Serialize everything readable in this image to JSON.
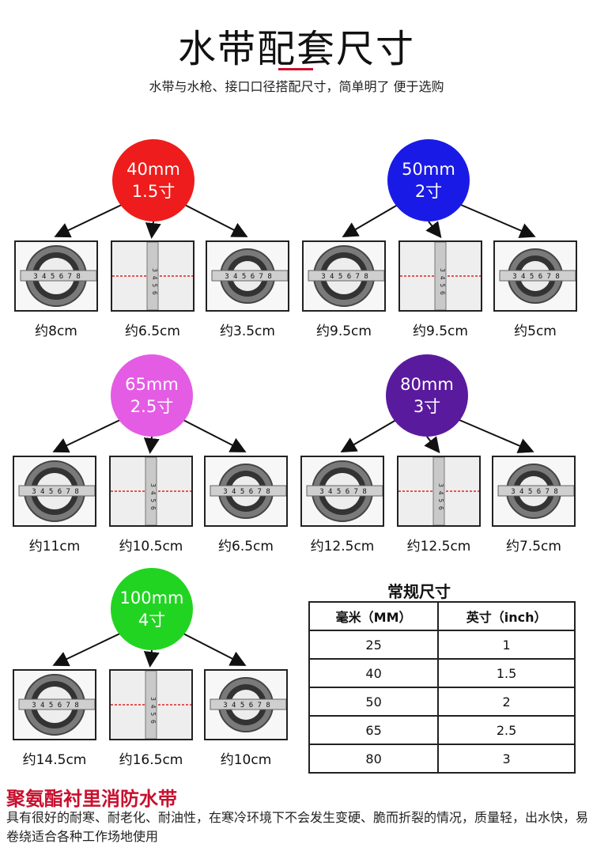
{
  "header": {
    "title": "水带配套尺寸",
    "subtitle": "水带与水枪、接口口径搭配尺寸，简单明了 便于选购"
  },
  "groups": [
    {
      "size_mm": "40mm",
      "size_cun": "1.5寸",
      "color": "#ee1c1c",
      "captions": [
        "约8cm",
        "约6.5cm",
        "约3.5cm"
      ]
    },
    {
      "size_mm": "50mm",
      "size_cun": "2寸",
      "color": "#1a1ae6",
      "captions": [
        "约9.5cm",
        "约9.5cm",
        "约5cm"
      ]
    },
    {
      "size_mm": "65mm",
      "size_cun": "2.5寸",
      "color": "#e45ce4",
      "captions": [
        "约11cm",
        "约10.5cm",
        "约6.5cm"
      ]
    },
    {
      "size_mm": "80mm",
      "size_cun": "3寸",
      "color": "#5a1a9e",
      "captions": [
        "约12.5cm",
        "约12.5cm",
        "约7.5cm"
      ]
    },
    {
      "size_mm": "100mm",
      "size_cun": "4寸",
      "color": "#22d422",
      "captions": [
        "约14.5cm",
        "约16.5cm",
        "约10cm"
      ]
    }
  ],
  "size_table": {
    "title": "常规尺寸",
    "headers": [
      "毫米（MM）",
      "英寸（inch）"
    ],
    "rows": [
      [
        "25",
        "1"
      ],
      [
        "40",
        "1.5"
      ],
      [
        "50",
        "2"
      ],
      [
        "65",
        "2.5"
      ],
      [
        "80",
        "3"
      ]
    ]
  },
  "feature": {
    "title": "聚氨酯衬里消防水带",
    "description": "具有很好的耐寒、耐老化、耐油性，在寒冷环境下不会发生变硬、脆而折裂的情况，质量轻，出水快，易卷绕适合各种工作场地使用"
  }
}
